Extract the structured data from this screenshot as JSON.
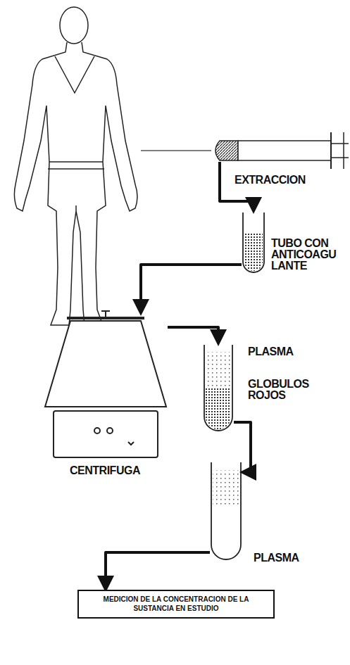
{
  "diagram": {
    "nodes": [
      {
        "text": [
          "EXTRACCION"
        ]
      },
      {
        "text": [
          "TUBO CON ANTICOAGU LANTE"
        ]
      },
      {
        "text": [
          "CENTRIFUGA"
        ]
      },
      {
        "text": [
          "PLASMA",
          "GLOBULOS ROJOS"
        ]
      },
      {
        "text": [
          "PLASMA"
        ]
      },
      {
        "text": [
          "MEDICION DE LA CONCENTRACION DE LA SUSTANCIA EN ESTUDIO"
        ]
      }
    ],
    "edges": [
      {
        "from": 0,
        "to": 1,
        "arrow": "to"
      },
      {
        "from": 1,
        "to": 2,
        "arrow": "to"
      },
      {
        "from": 2,
        "to": 3,
        "arrow": "to"
      },
      {
        "from": 3,
        "to": 4,
        "arrow": "to"
      },
      {
        "from": 4,
        "to": 5,
        "arrow": "to"
      }
    ]
  }
}
